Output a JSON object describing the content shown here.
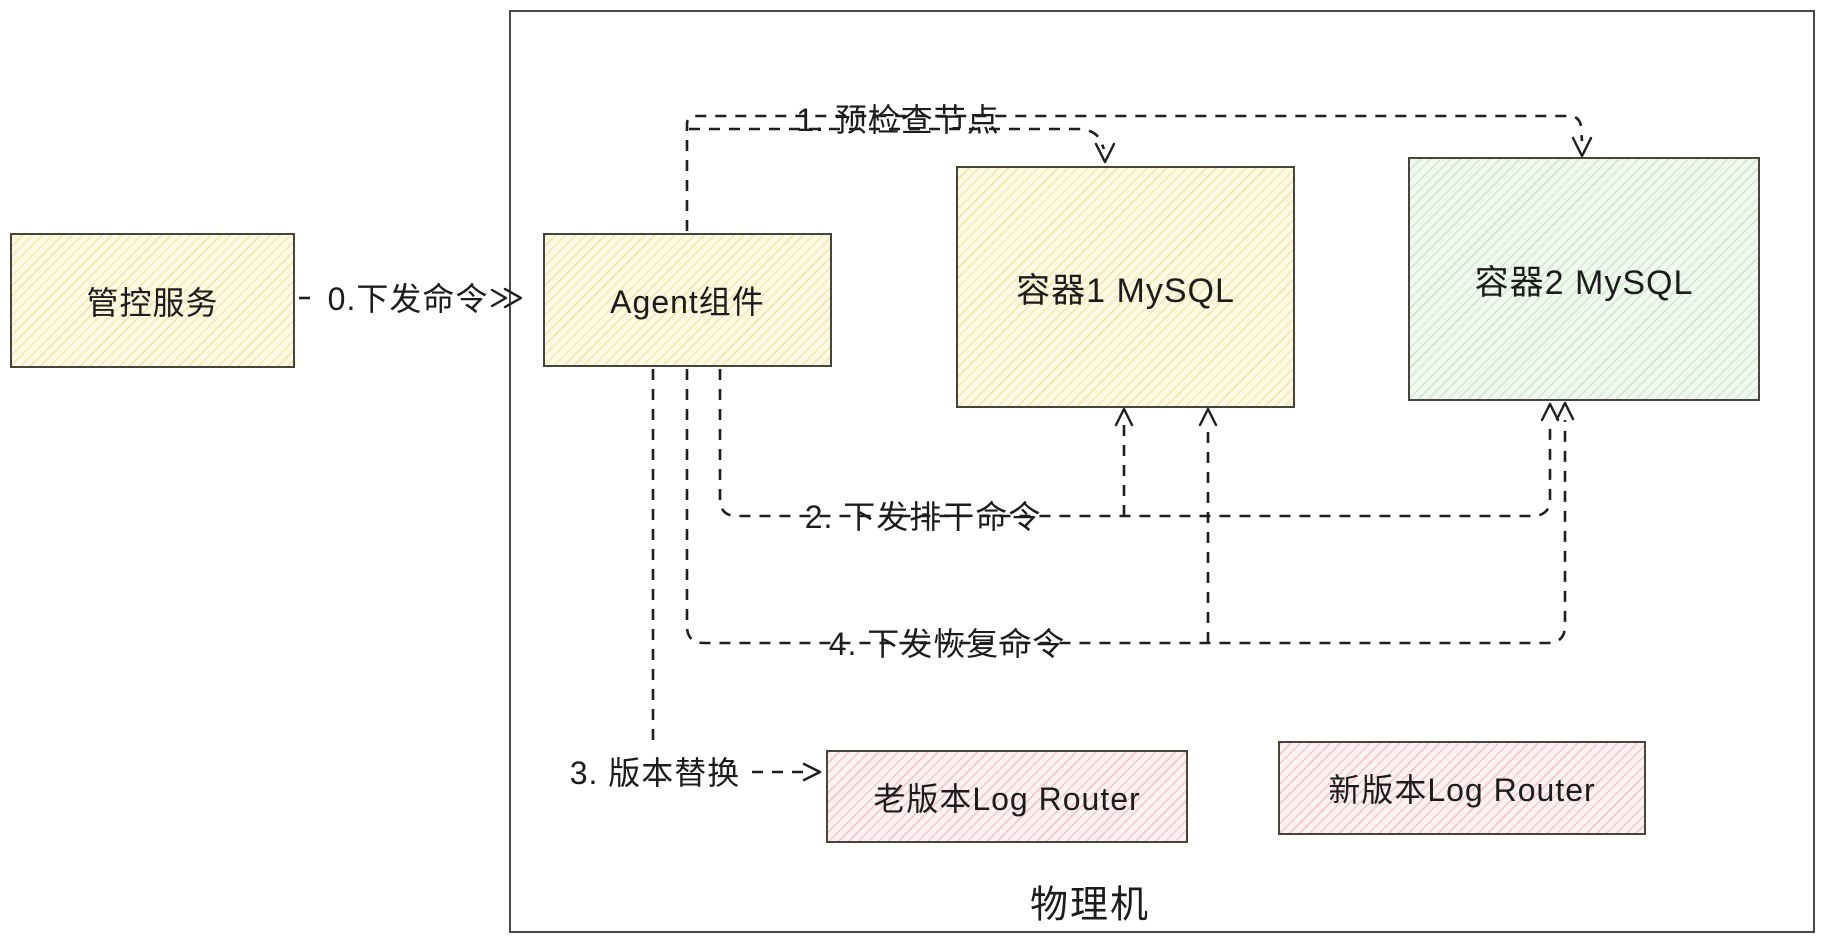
{
  "diagram": {
    "physical_machine_label": "物理机",
    "nodes": {
      "control_service": "管控服务",
      "agent": "Agent组件",
      "container1": "容器1 MySQL",
      "container2": "容器2 MySQL",
      "old_log_router": "老版本Log Router",
      "new_log_router": "新版本Log Router"
    },
    "edges": {
      "e0": "0.下发命令",
      "e1": "1. 预检查节点",
      "e2": "2. 下发排干命令",
      "e3": "3. 版本替换",
      "e4": "4. 下发恢复命令"
    },
    "colors": {
      "yellow_fill": "#fdf9e4",
      "yellow_hatch": "#f4e6ab",
      "green_fill": "#f1f8ef",
      "green_hatch": "#cfe9cc",
      "pink_fill": "#fdf2f3",
      "pink_hatch": "#f3c6cb",
      "outer_border": "#4a4a4a",
      "node_border": "#45453a",
      "line": "#1f1f1f",
      "text": "#1c1c1c"
    }
  }
}
